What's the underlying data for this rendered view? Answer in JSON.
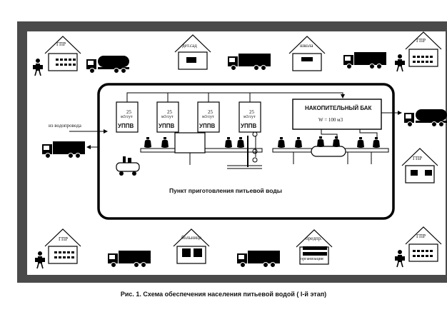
{
  "diagram": {
    "caption": "Рис. 1. Схема обеспечения населения питьевой водой ( I-й этап)",
    "center_title": "Пункт приготовления питьевой воды",
    "tank": {
      "title": "НАКОПИТЕЛЬНЫЙ БАК",
      "volume": "W = 100 м3"
    },
    "water_source": "из водопровода",
    "units": [
      {
        "capacity": "25",
        "unit": "м3/сут",
        "name": "УППВ"
      },
      {
        "capacity": "25",
        "unit": "м3/сут",
        "name": "УППВ"
      },
      {
        "capacity": "25",
        "unit": "м3/сут",
        "name": "УППВ"
      },
      {
        "capacity": "25",
        "unit": "м3/сут",
        "name": "УППВ"
      }
    ],
    "buildings": {
      "gp": "ГПР",
      "kindergarten": "дет.сад",
      "school": "школа",
      "hospital": "больница",
      "enterprise_top": "предпр.",
      "enterprise_bottom": "организация"
    }
  }
}
